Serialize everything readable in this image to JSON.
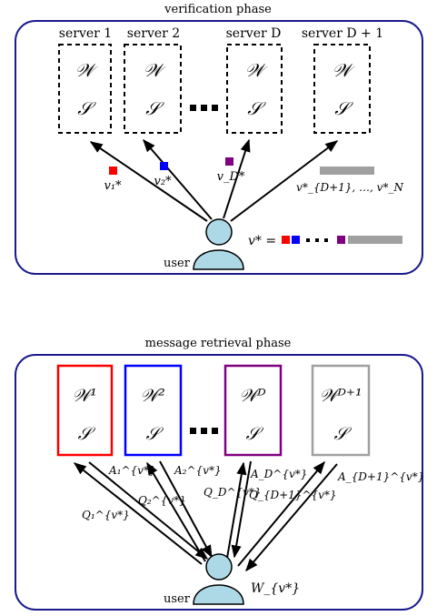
{
  "verification": {
    "title": "verification phase",
    "servers": [
      {
        "label": "server 1",
        "w": "𝒲",
        "s": "𝒮"
      },
      {
        "label": "server 2",
        "w": "𝒲",
        "s": "𝒮"
      },
      {
        "label": "server D",
        "w": "𝒲",
        "s": "𝒮"
      },
      {
        "label": "server D + 1",
        "w": "𝒲",
        "s": "𝒮"
      }
    ],
    "vectors": {
      "v1": "v₁*",
      "v2": "v₂*",
      "vD": "v_D*",
      "vrest": "v*_{D+1}, …, v*_N"
    },
    "user_label": "user",
    "vstar_label": "v* ="
  },
  "retrieval": {
    "title": "message retrieval phase",
    "servers": [
      {
        "w": "𝒲¹",
        "s": "𝒮"
      },
      {
        "w": "𝒲²",
        "s": "𝒮"
      },
      {
        "w": "𝒲ᴰ",
        "s": "𝒮"
      },
      {
        "w": "𝒲ᴰ⁺¹",
        "s": "𝒮"
      }
    ],
    "queries": {
      "q1": "Q₁^{v*}",
      "q2": "Q₂^{v*}",
      "qD": "Q_D^{v*}",
      "qD1": "Q_{D+1}^{v*}"
    },
    "answers": {
      "a1": "A₁^{v*}",
      "a2": "A₂^{v*}",
      "aD": "A_D^{v*}",
      "aD1": "A_{D+1}^{v*}"
    },
    "user_label": "user",
    "message_label": "W_{v*}"
  },
  "colors": {
    "frame": "#1a1a8c",
    "server1": "#ff0000",
    "server2": "#0000ff",
    "serverD": "#800080",
    "serverD1": "#a0a0a0",
    "user_fill": "#add8e6"
  }
}
